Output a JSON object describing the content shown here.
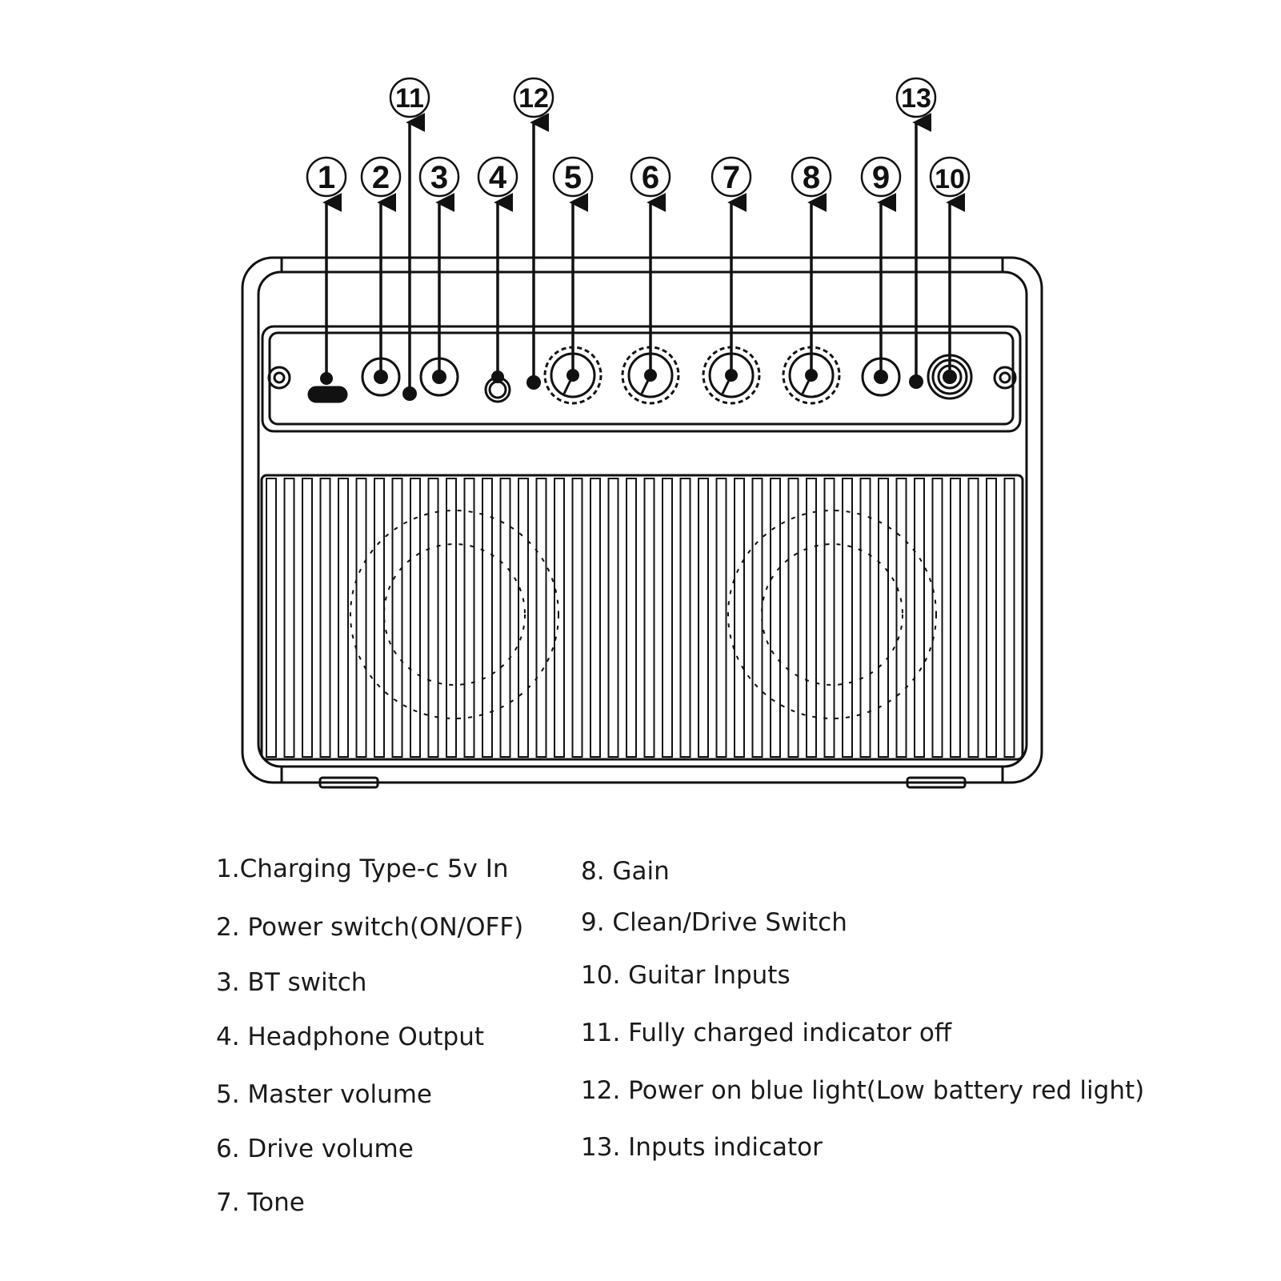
{
  "colors": {
    "line": "#111111",
    "background": "#ffffff",
    "text": "#1a1a1a"
  },
  "callout_numbers": [
    "1",
    "2",
    "3",
    "4",
    "5",
    "6",
    "7",
    "8",
    "9",
    "10",
    "11",
    "12",
    "13"
  ],
  "legend": [
    "1.Charging Type-c 5v In",
    "2. Power switch(ON/OFF)",
    "3. BT switch",
    "4. Headphone Output",
    "5. Master volume",
    "6. Drive volume",
    "7. Tone",
    "8. Gain",
    "9. Clean/Drive Switch",
    "10. Guitar Inputs",
    "11. Fully charged indicator off",
    "12. Power on blue light(Low battery red light)",
    "13. Inputs indicator"
  ]
}
